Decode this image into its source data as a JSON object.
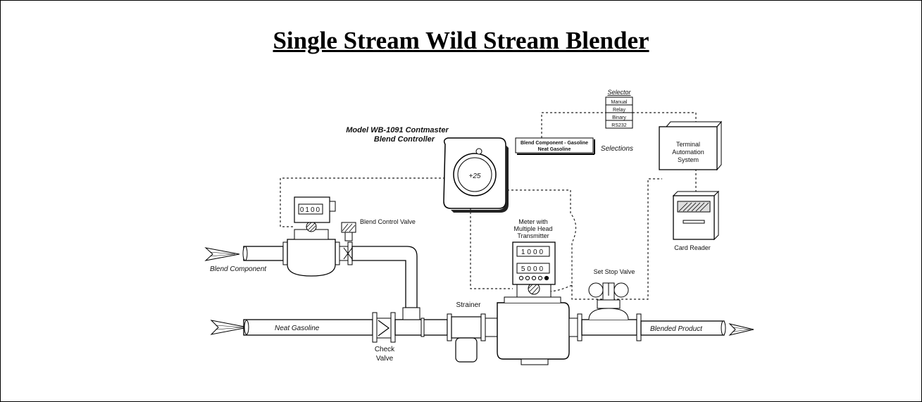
{
  "title": "Single Stream Wild Stream Blender",
  "controller": {
    "model_line1": "Model WB-1091 Contmaster",
    "model_line2": "Blend Controller",
    "dial_value": "+25"
  },
  "selector": {
    "heading": "Selector",
    "options": [
      "Manual",
      "Relay",
      "Binary",
      "RS232"
    ]
  },
  "selections_box": {
    "line1": "Blend Component - Gasoline",
    "line2": "Neat Gasoline"
  },
  "selections_label": "Selections",
  "terminal": {
    "line1": "Terminal",
    "line2": "Automation",
    "line3": "System"
  },
  "card_reader_label": "Card Reader",
  "blend_meter_display": "0100",
  "blend_control_valve_label": "Blend Control Valve",
  "meter": {
    "line1": "Meter with",
    "line2": "Multiple Head",
    "line3": "Transmitter",
    "display_top": "1000",
    "display_bottom": "5000"
  },
  "set_stop_valve_label": "Set Stop Valve",
  "strainer_label": "Strainer",
  "check_valve": {
    "line1": "Check",
    "line2": "Valve"
  },
  "pipes": {
    "blend_component": "Blend Component",
    "neat_gasoline": "Neat Gasoline",
    "blended_product": "Blended Product"
  }
}
